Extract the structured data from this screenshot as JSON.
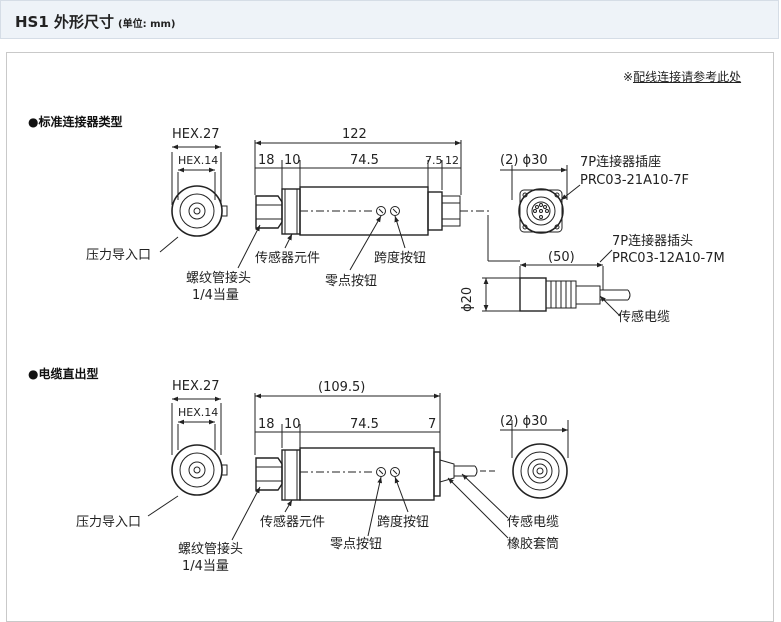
{
  "header": {
    "title": "HS1 外形尺寸",
    "unit": "(单位: mm)"
  },
  "ref_note": {
    "prefix": "※",
    "link": "配线连接请参考此处"
  },
  "section1": {
    "title": "●标准连接器类型",
    "hex27": "HEX.27",
    "hex14": "HEX.14",
    "len_total": "122",
    "len_18": "18",
    "len_10": "10",
    "len_745": "74.5",
    "len_75": "7.5",
    "len_12": "12",
    "dia_label": "(2) ϕ30",
    "socket_name": "7P连接器插座",
    "socket_model": "PRC03-21A10-7F",
    "plug_name": "7P连接器插头",
    "plug_model": "PRC03-12A10-7M",
    "plug_len": "(50)",
    "phi20": "ϕ20",
    "pressure_inlet": "压力导入口",
    "screw_joint": "螺纹管接头",
    "quarter": "1/4当量",
    "sensor_elem": "传感器元件",
    "span_btn": "跨度按钮",
    "zero_btn": "零点按钮",
    "cable": "传感电缆"
  },
  "section2": {
    "title": "●电缆直出型",
    "hex27": "HEX.27",
    "hex14": "HEX.14",
    "len_total": "(109.5)",
    "len_18": "18",
    "len_10": "10",
    "len_745": "74.5",
    "len_7": "7",
    "dia_label": "(2) ϕ30",
    "pressure_inlet": "压力导入口",
    "screw_joint": "螺纹管接头",
    "quarter": "1/4当量",
    "sensor_elem": "传感器元件",
    "span_btn": "跨度按钮",
    "zero_btn": "零点按钮",
    "cable": "传感电缆",
    "sleeve": "橡胶套筒"
  }
}
